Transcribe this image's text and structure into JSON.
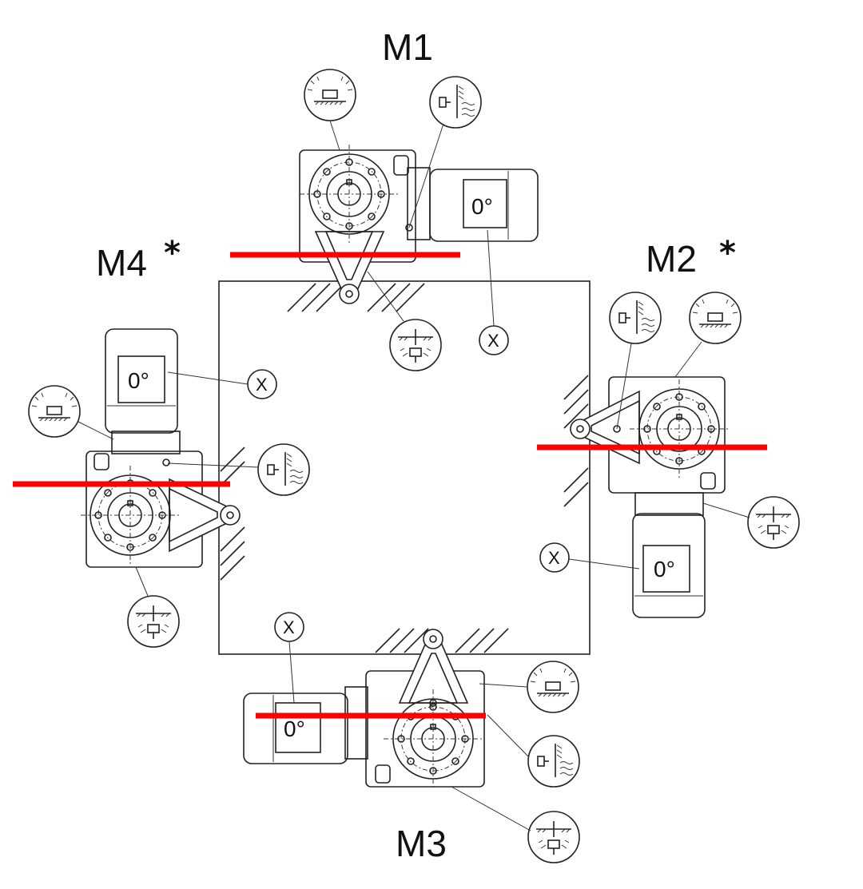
{
  "positions": {
    "m1": "M1",
    "m2": "M2",
    "m3": "M3",
    "m4": "M4"
  },
  "star": "*",
  "motor_angle": "0°",
  "x_marker": "X",
  "icons": [
    "breather-vent-icon",
    "drain-plug-icon",
    "oil-level-plug-icon"
  ],
  "colors": {
    "marker_line": "#ff0000",
    "ink": "#222222"
  }
}
